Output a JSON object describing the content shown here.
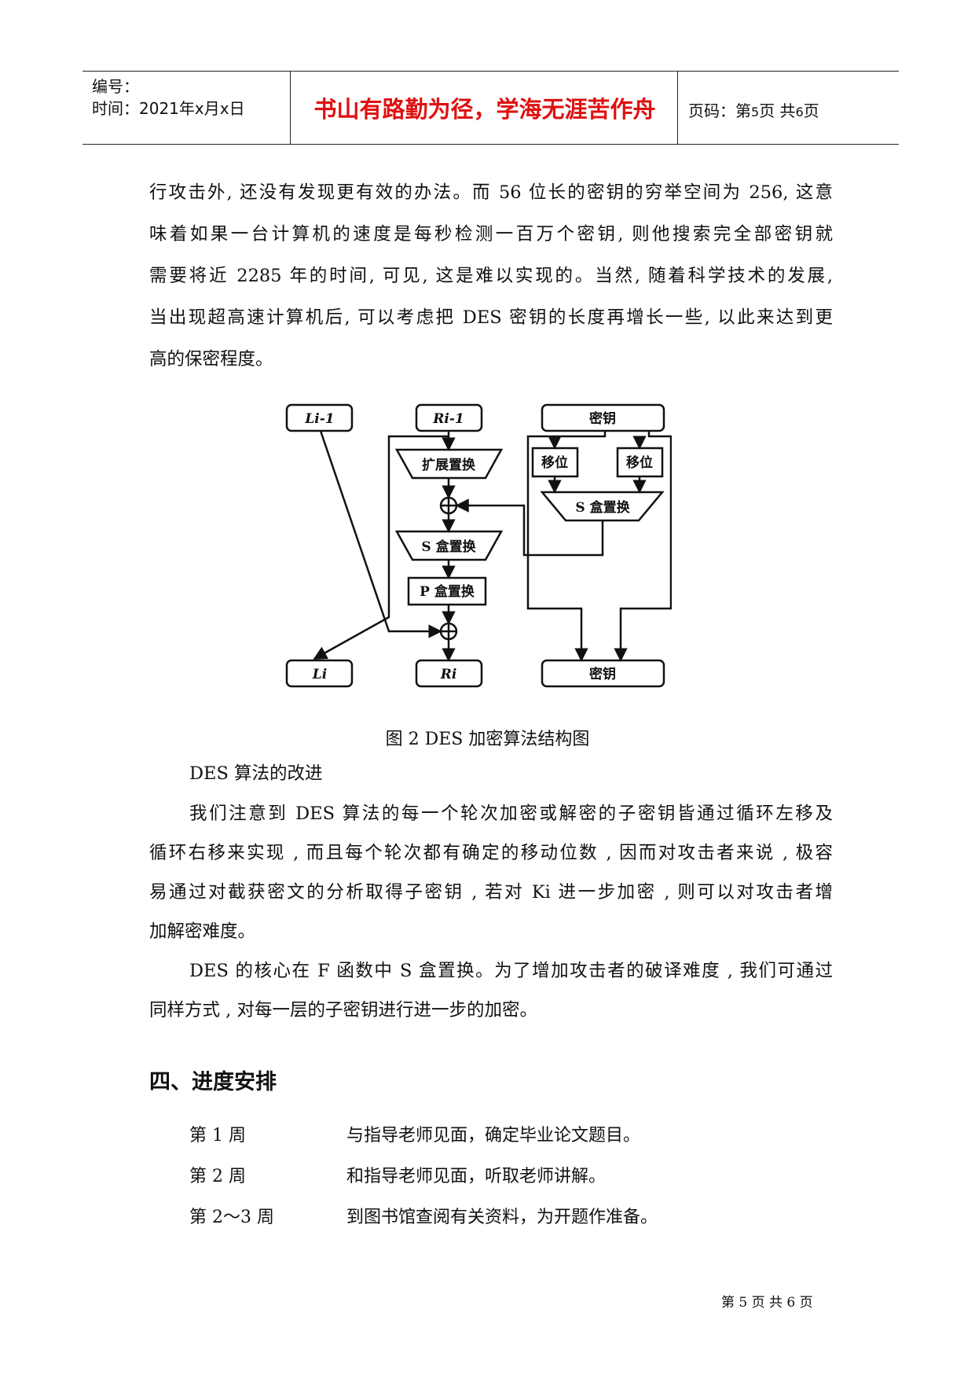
{
  "header": {
    "serial_label": "编号：",
    "time_label": "时间：2021年x月x日",
    "motto": "书山有路勤为径，学海无涯苦作舟",
    "page_code": {
      "prefix": "页码：第",
      "current": "5",
      "mid": "页  共",
      "total": "6",
      "suffix": "页"
    }
  },
  "paragraphs": {
    "intro_lines": [
      "行攻击外, 还没有发现更有效的办法。而 56 位长的密钥的穷举空间为 256, 这意",
      "味着如果一台计算机的速度是每秒检测一百万个密钥, 则他搜索完全部密钥就",
      "需要将近  2285 年的时间, 可见, 这是难以实现的。当然, 随着科学技术的发展,",
      "当出现超高速计算机后, 可以考虑把 DES 密钥的长度再增长一些, 以此来达到更",
      "高的保密程度。"
    ]
  },
  "figure": {
    "labels": {
      "l_prev": "Li-1",
      "r_prev": "Ri-1",
      "key_top": "密钥",
      "expand": "扩展置换",
      "shift_left": "移位",
      "shift_right": "移位",
      "s_box_key": "S 盒置换",
      "s_box": "S 盒置换",
      "p_box": "P 盒置换",
      "l_out": "Li",
      "r_out": "Ri",
      "key_bottom": "密钥"
    },
    "caption": "图 2  DES 加密算法结构图"
  },
  "improve": {
    "title": "DES 算法的改进",
    "p1_lines": [
      "我们注意到 DES 算法的每一个轮次加密或解密的子密钥皆通过循环左移及",
      "循环右移来实现 , 而且每个轮次都有确定的移动位数 , 因而对攻击者来说 , 极容",
      "易通过对截获密文的分析取得子密钥 , 若对  Ki 进一步加密 , 则可以对攻击者增",
      "加解密难度。"
    ],
    "p2_lines": [
      "DES 的核心在 F 函数中 S 盒置换。为了增加攻击者的破译难度 , 我们可通过",
      "同样方式 , 对每一层的子密钥进行进一步的加密。"
    ]
  },
  "schedule": {
    "heading": "四、进度安排",
    "items": [
      {
        "week": "第 1 周",
        "task": "与指导老师见面，确定毕业论文题目。"
      },
      {
        "week": "第 2 周",
        "task": "和指导老师见面，听取老师讲解。"
      },
      {
        "week": "第 2～3 周",
        "task": "到图书馆查阅有关资料，为开题作准备。"
      }
    ]
  },
  "footer": {
    "text": "第  5  页  共  6  页"
  }
}
